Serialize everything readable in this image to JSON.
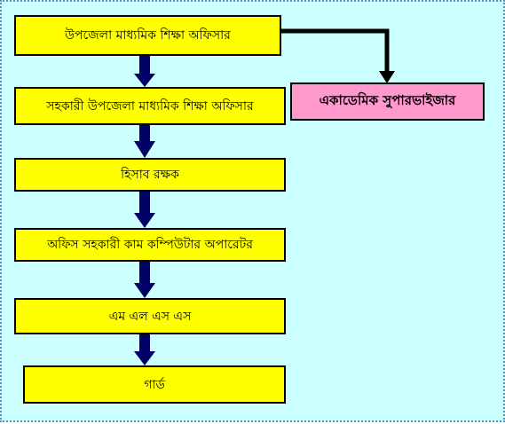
{
  "diagram": {
    "nodes": {
      "upazila_secondary_education_officer": "উপজেলা মাধ্যমিক শিক্ষা অফিসার",
      "academic_supervisor": "একাডেমিক সুপারভাইজার",
      "assistant_upazila_secondary_education_officer": "সহকারী উপজেলা মাধ্যমিক শিক্ষা অফিসার",
      "accountant": "হিসাব রক্ষক",
      "office_assistant_computer_operator": "অফিস সহকারী কাম কম্পিউটার অপারেটর",
      "mlss": "এম এল এস এস",
      "guard": "গার্ড"
    },
    "colors": {
      "background": "#ccffff",
      "box": "#ffff00",
      "side_box": "#ff99cc",
      "arrow": "#000066",
      "connector": "#000000"
    }
  }
}
